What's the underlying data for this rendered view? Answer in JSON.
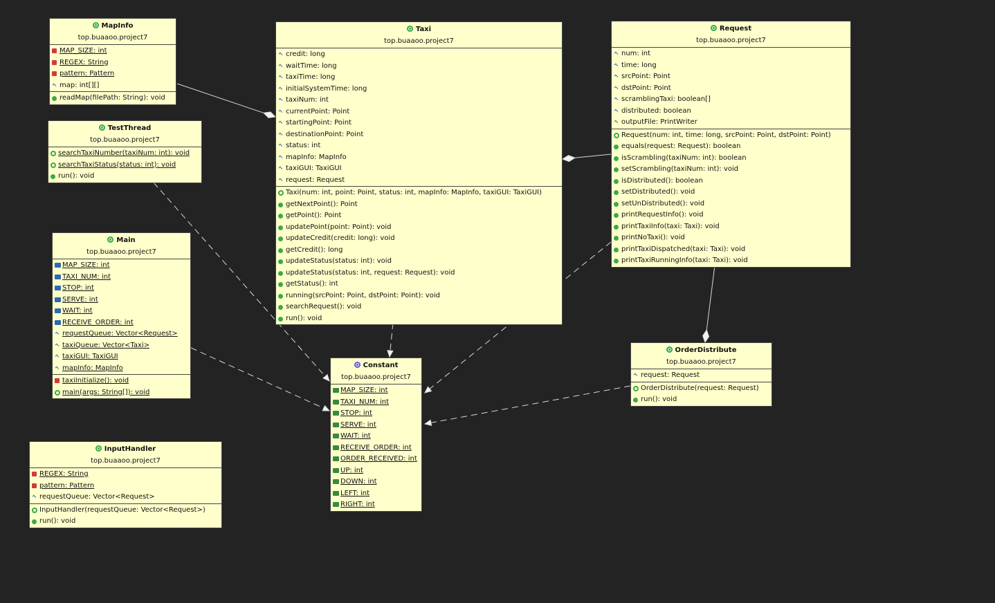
{
  "diagram": {
    "classes": [
      {
        "id": "MapInfo",
        "name": "MapInfo",
        "package": "top.buaaoo.project7",
        "kind": "class",
        "fields": [
          {
            "text": "MAP_SIZE: int",
            "badge": "field-priv",
            "static": true
          },
          {
            "text": "REGEX: String",
            "badge": "field-priv",
            "static": true
          },
          {
            "text": "pattern: Pattern",
            "badge": "field-priv",
            "static": true
          },
          {
            "text": "map: int[][]",
            "badge": "field-pkg",
            "static": false
          }
        ],
        "methods": [
          {
            "text": "readMap(filePath: String): void",
            "badge": "method-pub",
            "static": false
          }
        ]
      },
      {
        "id": "TestThread",
        "name": "TestThread",
        "package": "top.buaaoo.project7",
        "kind": "class",
        "fields": [],
        "methods": [
          {
            "text": "searchTaxiNumber(taxiNum: int): void",
            "badge": "ctor",
            "static": true
          },
          {
            "text": "searchTaxiStatus(status: int): void",
            "badge": "ctor",
            "static": true
          },
          {
            "text": "run(): void",
            "badge": "method-pub",
            "static": false
          }
        ]
      },
      {
        "id": "Main",
        "name": "Main",
        "package": "top.buaaoo.project7",
        "kind": "class",
        "fields": [
          {
            "text": "MAP_SIZE: int",
            "badge": "const",
            "static": true
          },
          {
            "text": "TAXI_NUM: int",
            "badge": "const",
            "static": true
          },
          {
            "text": "STOP: int",
            "badge": "const",
            "static": true
          },
          {
            "text": "SERVE: int",
            "badge": "const",
            "static": true
          },
          {
            "text": "WAIT: int",
            "badge": "const",
            "static": true
          },
          {
            "text": "RECEIVE_ORDER: int",
            "badge": "const",
            "static": true
          },
          {
            "text": "requestQueue: Vector<Request>",
            "badge": "field-pkg",
            "static": true
          },
          {
            "text": "taxiQueue: Vector<Taxi>",
            "badge": "field-pkg",
            "static": true
          },
          {
            "text": "taxiGUI: TaxiGUI",
            "badge": "field-pkg",
            "static": true
          },
          {
            "text": "mapInfo: MapInfo",
            "badge": "field-pkg",
            "static": true
          }
        ],
        "methods": [
          {
            "text": "taxiInitialize(): void",
            "badge": "method-priv",
            "static": true
          },
          {
            "text": "main(args: String[]): void",
            "badge": "ctor",
            "static": true
          }
        ]
      },
      {
        "id": "InputHandler",
        "name": "InputHandler",
        "package": "top.buaaoo.project7",
        "kind": "class",
        "fields": [
          {
            "text": "REGEX: String",
            "badge": "field-priv",
            "static": true
          },
          {
            "text": "pattern: Pattern",
            "badge": "field-priv",
            "static": true
          },
          {
            "text": "requestQueue: Vector<Request>",
            "badge": "field-pkg",
            "static": false
          }
        ],
        "methods": [
          {
            "text": "InputHandler(requestQueue: Vector<Request>)",
            "badge": "ctor",
            "static": false
          },
          {
            "text": "run(): void",
            "badge": "method-pub",
            "static": false
          }
        ]
      },
      {
        "id": "Taxi",
        "name": "Taxi",
        "package": "top.buaaoo.project7",
        "kind": "class",
        "fields": [
          {
            "text": "credit: long",
            "badge": "field-pkg",
            "static": false
          },
          {
            "text": "waitTime: long",
            "badge": "field-pkg",
            "static": false
          },
          {
            "text": "taxiTime: long",
            "badge": "field-pkg",
            "static": false
          },
          {
            "text": "initialSystemTime: long",
            "badge": "field-pkg",
            "static": false
          },
          {
            "text": "taxiNum: int",
            "badge": "field-pkg",
            "static": false
          },
          {
            "text": "currentPoint: Point",
            "badge": "field-pkg",
            "static": false
          },
          {
            "text": "startingPoint: Point",
            "badge": "field-pkg",
            "static": false
          },
          {
            "text": "destinationPoint: Point",
            "badge": "field-pkg",
            "static": false
          },
          {
            "text": "status: int",
            "badge": "field-pkg",
            "static": false
          },
          {
            "text": "mapInfo: MapInfo",
            "badge": "field-pkg",
            "static": false
          },
          {
            "text": "taxiGUI: TaxiGUI",
            "badge": "field-pkg",
            "static": false
          },
          {
            "text": "request: Request",
            "badge": "field-pkg",
            "static": false
          }
        ],
        "methods": [
          {
            "text": "Taxi(num: int, point: Point, status: int, mapInfo: MapInfo, taxiGUI: TaxiGUI)",
            "badge": "ctor",
            "static": false
          },
          {
            "text": "getNextPoint(): Point",
            "badge": "method-pub",
            "static": false
          },
          {
            "text": "getPoint(): Point",
            "badge": "method-pub",
            "static": false
          },
          {
            "text": "updatePoint(point: Point): void",
            "badge": "method-pub",
            "static": false
          },
          {
            "text": "updateCredit(credit: long): void",
            "badge": "method-pub",
            "static": false
          },
          {
            "text": "getCredit(): long",
            "badge": "method-pub",
            "static": false
          },
          {
            "text": "updateStatus(status: int): void",
            "badge": "method-pub",
            "static": false
          },
          {
            "text": "updateStatus(status: int, request: Request): void",
            "badge": "method-pub",
            "static": false
          },
          {
            "text": "getStatus(): int",
            "badge": "method-pub",
            "static": false
          },
          {
            "text": "running(srcPoint: Point, dstPoint: Point): void",
            "badge": "method-pub",
            "static": false
          },
          {
            "text": "searchRequest(): void",
            "badge": "method-pub",
            "static": false
          },
          {
            "text": "run(): void",
            "badge": "method-pub",
            "static": false
          }
        ]
      },
      {
        "id": "Constant",
        "name": "Constant",
        "package": "top.buaaoo.project7",
        "kind": "interface",
        "fields": [
          {
            "text": "MAP_SIZE: int",
            "badge": "const-f",
            "static": true
          },
          {
            "text": "TAXI_NUM: int",
            "badge": "const-f",
            "static": true
          },
          {
            "text": "STOP: int",
            "badge": "const-f",
            "static": true
          },
          {
            "text": "SERVE: int",
            "badge": "const-f",
            "static": true
          },
          {
            "text": "WAIT: int",
            "badge": "const-f",
            "static": true
          },
          {
            "text": "RECEIVE_ORDER: int",
            "badge": "const-f",
            "static": true
          },
          {
            "text": "ORDER_RECEIVED: int",
            "badge": "const-f",
            "static": true
          },
          {
            "text": "UP: int",
            "badge": "const-f",
            "static": true
          },
          {
            "text": "DOWN: int",
            "badge": "const-f",
            "static": true
          },
          {
            "text": "LEFT: int",
            "badge": "const-f",
            "static": true
          },
          {
            "text": "RIGHT: int",
            "badge": "const-f",
            "static": true
          }
        ],
        "methods": []
      },
      {
        "id": "Request",
        "name": "Request",
        "package": "top.buaaoo.project7",
        "kind": "class",
        "fields": [
          {
            "text": "num: int",
            "badge": "field-pkg",
            "static": false
          },
          {
            "text": "time: long",
            "badge": "field-pkg",
            "static": false
          },
          {
            "text": "srcPoint: Point",
            "badge": "field-pkg",
            "static": false
          },
          {
            "text": "dstPoint: Point",
            "badge": "field-pkg",
            "static": false
          },
          {
            "text": "scramblingTaxi: boolean[]",
            "badge": "field-pkg",
            "static": false
          },
          {
            "text": "distributed: boolean",
            "badge": "field-pkg",
            "static": false
          },
          {
            "text": "outputFile: PrintWriter",
            "badge": "field-pkg",
            "static": false
          }
        ],
        "methods": [
          {
            "text": "Request(num: int, time: long, srcPoint: Point, dstPoint: Point)",
            "badge": "ctor",
            "static": false
          },
          {
            "text": "equals(request: Request): boolean",
            "badge": "method-pub",
            "static": false
          },
          {
            "text": "isScrambling(taxiNum: int): boolean",
            "badge": "method-pub",
            "static": false
          },
          {
            "text": "setScrambling(taxiNum: int): void",
            "badge": "method-pub",
            "static": false
          },
          {
            "text": "isDistributed(): boolean",
            "badge": "method-pub",
            "static": false
          },
          {
            "text": "setDistributed(): void",
            "badge": "method-pub",
            "static": false
          },
          {
            "text": "setUnDistributed(): void",
            "badge": "method-pub",
            "static": false
          },
          {
            "text": "printRequestInfo(): void",
            "badge": "method-pub",
            "static": false
          },
          {
            "text": "printTaxiInfo(taxi: Taxi): void",
            "badge": "method-pub",
            "static": false
          },
          {
            "text": "printNoTaxi(): void",
            "badge": "method-pub",
            "static": false
          },
          {
            "text": "printTaxiDispatched(taxi: Taxi): void",
            "badge": "method-pub",
            "static": false
          },
          {
            "text": "printTaxiRunningInfo(taxi: Taxi): void",
            "badge": "method-pub",
            "static": false
          }
        ]
      },
      {
        "id": "OrderDistribute",
        "name": "OrderDistribute",
        "package": "top.buaaoo.project7",
        "kind": "class",
        "fields": [
          {
            "text": "request: Request",
            "badge": "field-pkg",
            "static": false
          }
        ],
        "methods": [
          {
            "text": "OrderDistribute(request: Request)",
            "badge": "ctor",
            "static": false
          },
          {
            "text": "run(): void",
            "badge": "method-pub",
            "static": false
          }
        ]
      }
    ],
    "relations": [
      {
        "from": "MapInfo",
        "to": "Taxi",
        "type": "aggregation"
      },
      {
        "from": "Request",
        "to": "Taxi",
        "type": "aggregation"
      },
      {
        "from": "Request",
        "to": "OrderDistribute",
        "type": "aggregation"
      },
      {
        "from": "Taxi",
        "to": "Constant",
        "type": "realization"
      },
      {
        "from": "TestThread",
        "to": "Constant",
        "type": "dependency"
      },
      {
        "from": "Main",
        "to": "Constant",
        "type": "dependency"
      },
      {
        "from": "Request",
        "to": "Constant",
        "type": "dependency"
      },
      {
        "from": "OrderDistribute",
        "to": "Constant",
        "type": "dependency"
      }
    ]
  }
}
